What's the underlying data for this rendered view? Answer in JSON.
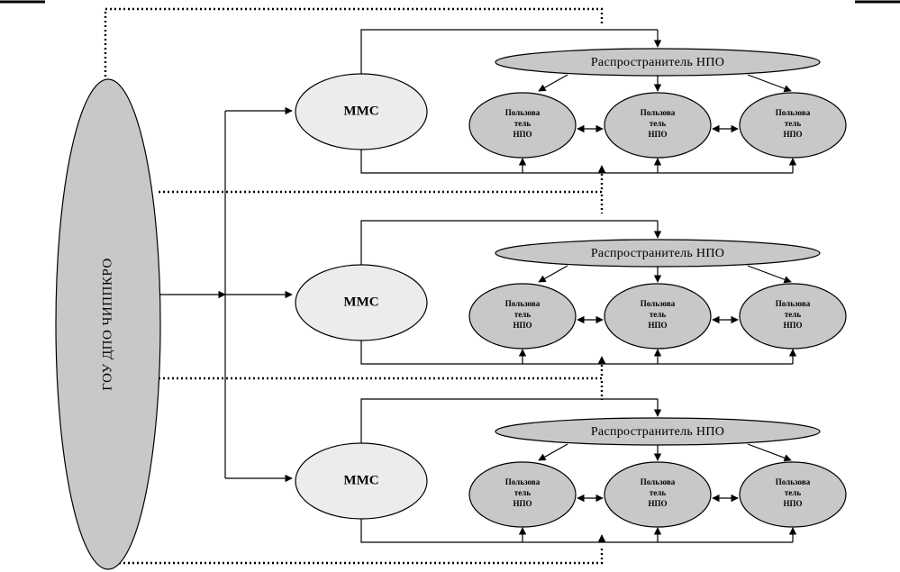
{
  "root": {
    "label": "ГОУ ДПО ЧИППКРО"
  },
  "clusters": [
    {
      "mmc_label": "ММС",
      "distributor_label": "Распространитель НПО",
      "users": [
        {
          "label_lines": [
            "Пользова",
            "тель",
            "НПО"
          ]
        },
        {
          "label_lines": [
            "Пользова",
            "тель",
            "НПО"
          ]
        },
        {
          "label_lines": [
            "Пользова",
            "тель",
            "НПО"
          ]
        }
      ]
    },
    {
      "mmc_label": "ММС",
      "distributor_label": "Распространитель НПО",
      "users": [
        {
          "label_lines": [
            "Пользова",
            "тель",
            "НПО"
          ]
        },
        {
          "label_lines": [
            "Пользова",
            "тель",
            "НПО"
          ]
        },
        {
          "label_lines": [
            "Пользова",
            "тель",
            "НПО"
          ]
        }
      ]
    },
    {
      "mmc_label": "ММС",
      "distributor_label": "Распространитель НПО",
      "users": [
        {
          "label_lines": [
            "Пользова",
            "тель",
            "НПО"
          ]
        },
        {
          "label_lines": [
            "Пользова",
            "тель",
            "НПО"
          ]
        },
        {
          "label_lines": [
            "Пользова",
            "тель",
            "НПО"
          ]
        }
      ]
    }
  ]
}
